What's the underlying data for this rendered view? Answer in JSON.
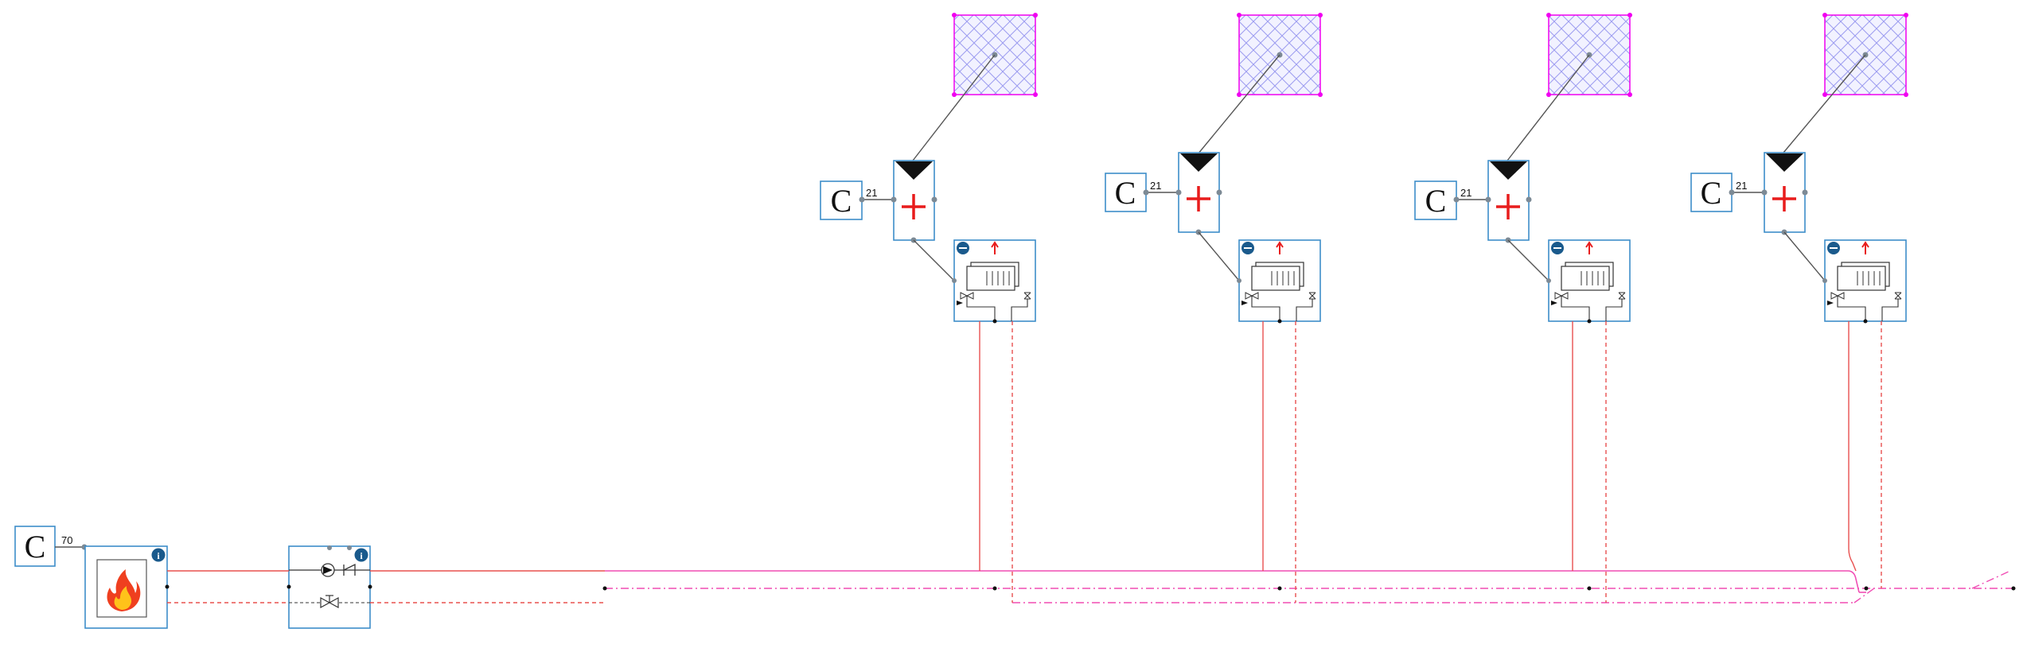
{
  "diagram": {
    "source_block": {
      "label": "C",
      "value": "70"
    },
    "boiler": {
      "icon": "flame-icon",
      "info_icon": "info-icon"
    },
    "pump_group": {
      "icons": [
        "pump-icon",
        "check-valve-icon",
        "valve-icon"
      ],
      "info_icon": "info-icon"
    },
    "zones": [
      {
        "setpoint_label": "C",
        "setpoint_value": "21"
      },
      {
        "setpoint_label": "C",
        "setpoint_value": "21"
      },
      {
        "setpoint_label": "C",
        "setpoint_value": "21"
      },
      {
        "setpoint_label": "C",
        "setpoint_value": "21"
      }
    ],
    "colors": {
      "block_border": "#3d8ec9",
      "supply_line": "#e8504f",
      "main_pipe": "#f04db4",
      "room": "#f000f0",
      "info_icon": "#1a5a8c"
    }
  }
}
